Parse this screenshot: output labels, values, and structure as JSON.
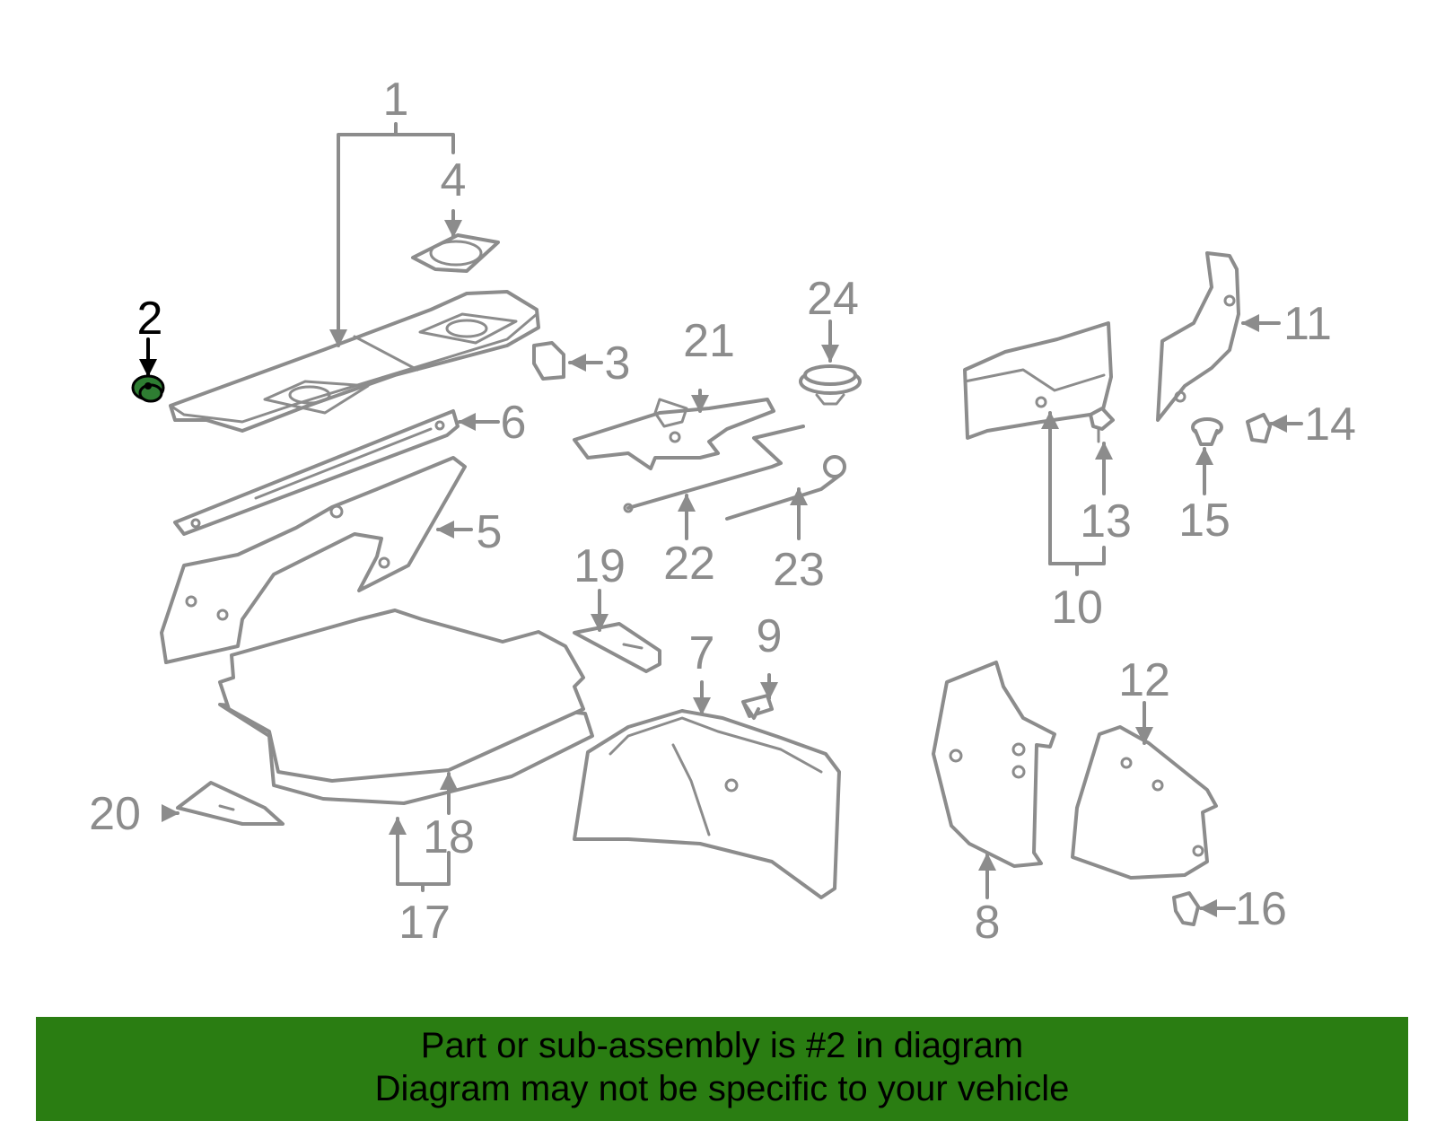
{
  "colors": {
    "part_stroke": "#8c8c8c",
    "highlight": "#000000",
    "highlight_part": "#2e7d32",
    "banner_background": "#2a7d12",
    "banner_text": "#000000"
  },
  "highlighted_part": "2",
  "callouts": [
    {
      "id": "1",
      "label": "1"
    },
    {
      "id": "2",
      "label": "2"
    },
    {
      "id": "3",
      "label": "3"
    },
    {
      "id": "4",
      "label": "4"
    },
    {
      "id": "5",
      "label": "5"
    },
    {
      "id": "6",
      "label": "6"
    },
    {
      "id": "7",
      "label": "7"
    },
    {
      "id": "8",
      "label": "8"
    },
    {
      "id": "9",
      "label": "9"
    },
    {
      "id": "10",
      "label": "10"
    },
    {
      "id": "11",
      "label": "11"
    },
    {
      "id": "12",
      "label": "12"
    },
    {
      "id": "13",
      "label": "13"
    },
    {
      "id": "14",
      "label": "14"
    },
    {
      "id": "15",
      "label": "15"
    },
    {
      "id": "16",
      "label": "16"
    },
    {
      "id": "17",
      "label": "17"
    },
    {
      "id": "18",
      "label": "18"
    },
    {
      "id": "19",
      "label": "19"
    },
    {
      "id": "20",
      "label": "20"
    },
    {
      "id": "21",
      "label": "21"
    },
    {
      "id": "22",
      "label": "22"
    },
    {
      "id": "23",
      "label": "23"
    },
    {
      "id": "24",
      "label": "24"
    }
  ],
  "banner": {
    "line1": "Part or sub-assembly is #2 in diagram",
    "line2": "Diagram may not be specific to your vehicle"
  }
}
